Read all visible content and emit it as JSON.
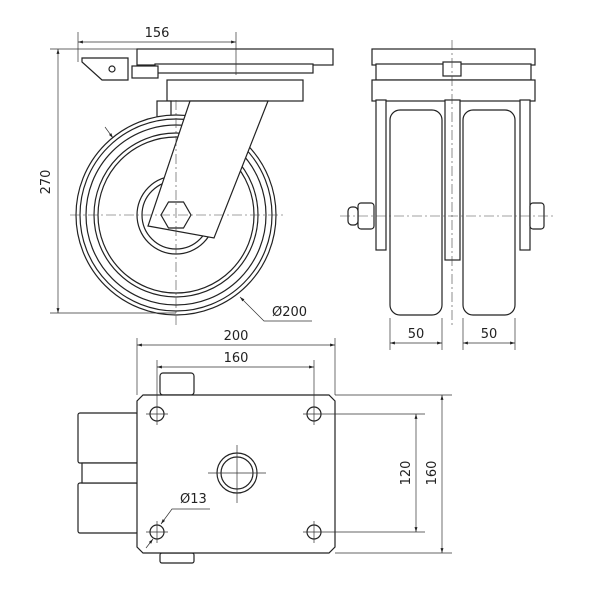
{
  "drawing": {
    "side_view": {
      "width_dim": "156",
      "height_dim": "270",
      "wheel_diameter": "Ø200"
    },
    "front_view": {
      "wheel_width_left": "50",
      "wheel_width_right": "50"
    },
    "top_view": {
      "plate_length": "200",
      "hole_spacing_length": "160",
      "hole_spacing_width": "120",
      "plate_width": "160",
      "hole_diameter": "Ø13"
    }
  }
}
